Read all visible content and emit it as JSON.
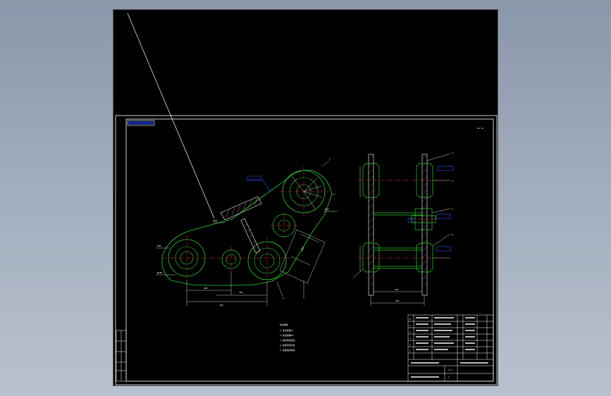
{
  "viewport": {
    "background": "#000000",
    "border_color": "#ffffff",
    "part_color": "#33cc33",
    "centerline_color": "#ff3333",
    "dimension_color": "#ffffff",
    "callout_color": "#3355ff",
    "cursor_line_color": "#ffffff"
  },
  "drawing": {
    "corner_note": "Ra 12",
    "callouts": {
      "c1": "1",
      "c2": "2",
      "c3": "3",
      "c4": "4",
      "c5": "5",
      "c6": "6"
    },
    "dims": {
      "d1": "120",
      "d2": "200",
      "d3": "φ100",
      "d4": "R60",
      "d5": "160",
      "d6": "φ40",
      "d7": "φ60",
      "d8": "φ60"
    },
    "notes_title": "技术要求",
    "notes": [
      "1.未注倒角C1",
      "2.未注圆角R2",
      "3.去除毛刺锐边",
      "4.焊接牢固可靠",
      "5.表面涂防锈漆"
    ]
  },
  "title_block": {
    "rows": [
      "6",
      "5",
      "4",
      "3",
      "2",
      "1"
    ],
    "drawing_name": "",
    "scale": "1:5",
    "sheet": "1"
  }
}
